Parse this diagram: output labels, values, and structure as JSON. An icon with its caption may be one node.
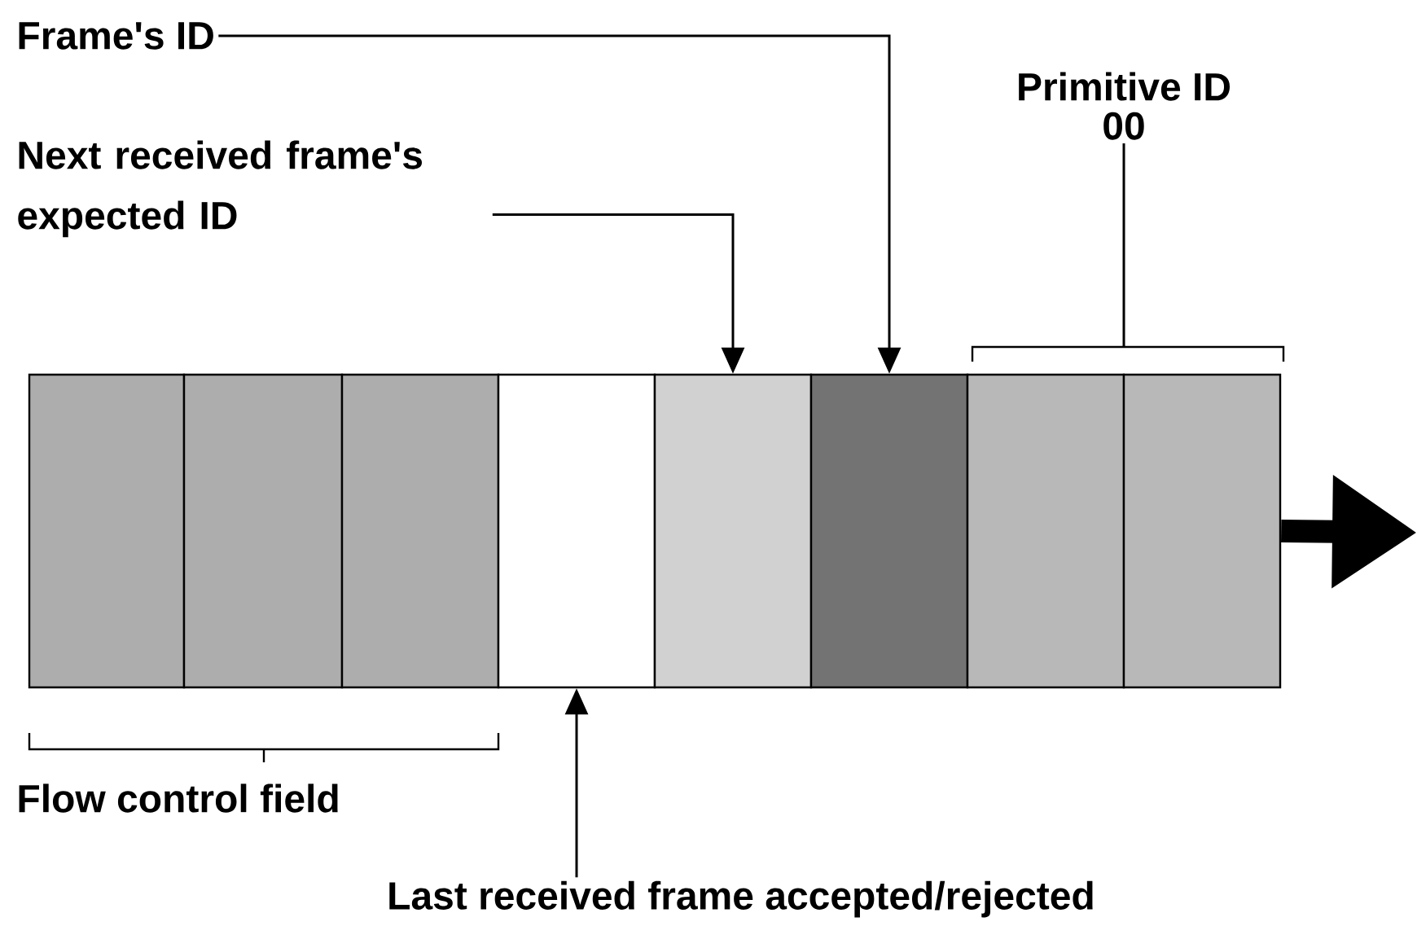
{
  "diagram": {
    "nodes": [
      {
        "text": [
          "Frame's ID"
        ]
      },
      {
        "text": [
          "Primitive ID",
          "00"
        ]
      },
      {
        "text": [
          "Next received frame's expected ID"
        ]
      },
      {
        "text": [],
        "shape": "box"
      },
      {
        "text": [],
        "shape": "box"
      },
      {
        "text": [],
        "shape": "box"
      },
      {
        "text": [],
        "shape": "box"
      },
      {
        "text": [],
        "shape": "box"
      },
      {
        "text": [],
        "shape": "box"
      },
      {
        "text": [],
        "shape": "box"
      },
      {
        "text": [],
        "shape": "box"
      },
      {
        "text": [
          "Last received frame accepted/rejected"
        ]
      }
    ],
    "edges": [
      {
        "from": 0,
        "to": 8,
        "arrow": "to"
      },
      {
        "from": 2,
        "to": 7,
        "arrow": "to"
      },
      {
        "from": 1,
        "to": null,
        "arrow": "none"
      },
      {
        "from": 11,
        "to": 6,
        "arrow": "to"
      },
      {
        "from": 10,
        "to": null,
        "arrow": "to",
        "style": "thick"
      }
    ],
    "labels": [
      "Flow control field"
    ]
  }
}
